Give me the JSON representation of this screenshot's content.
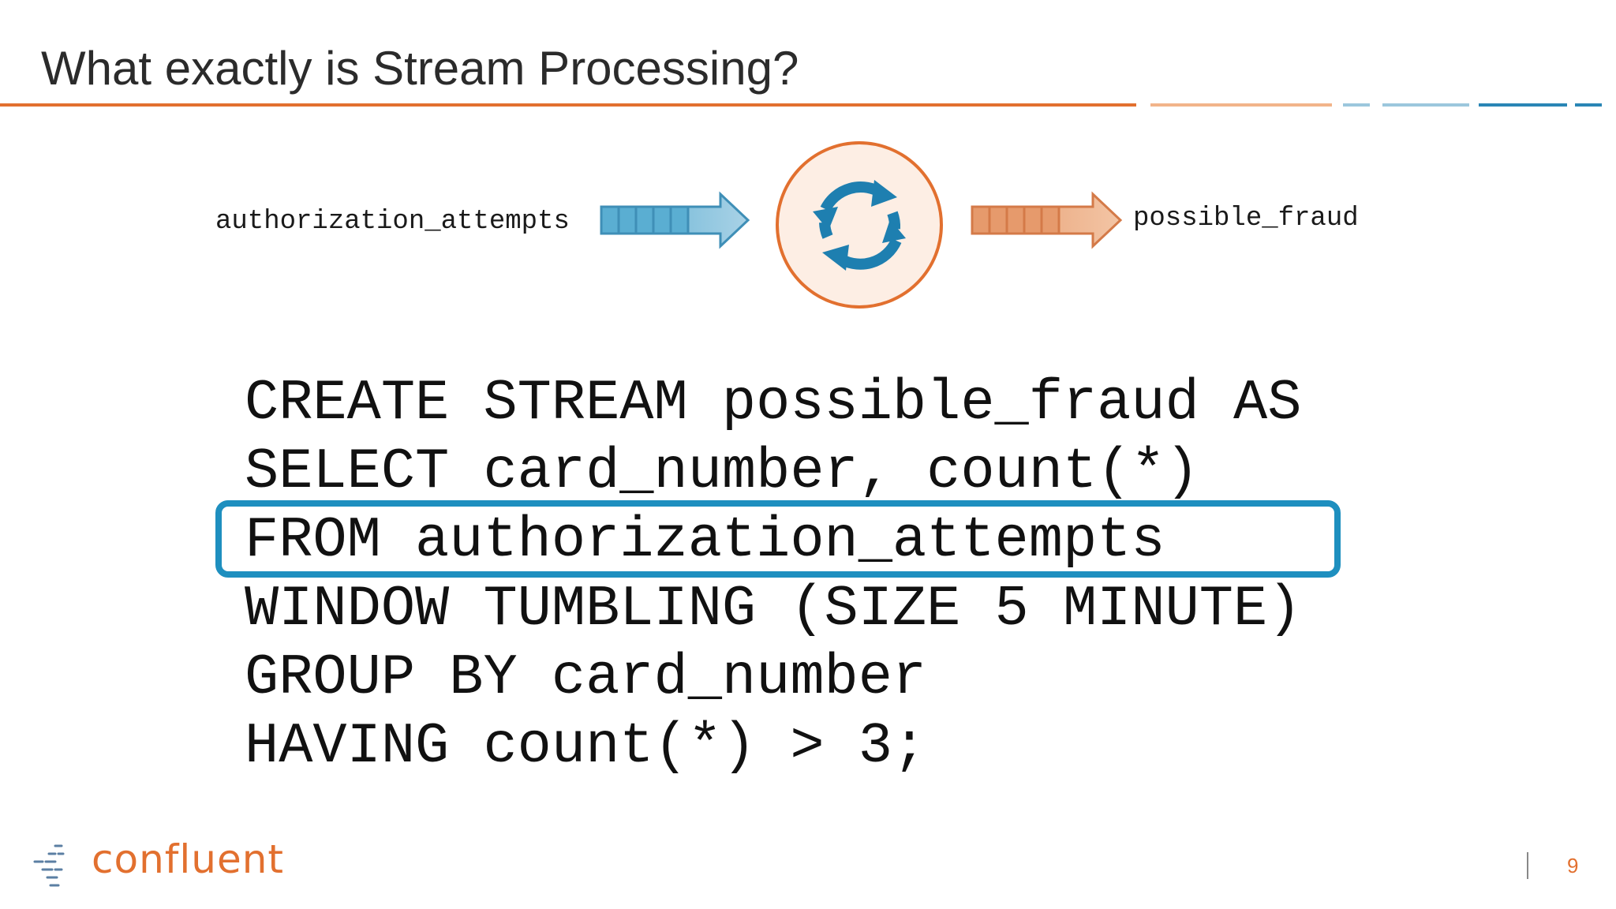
{
  "slide": {
    "title": "What exactly is Stream Processing?",
    "page_number": "9"
  },
  "colors": {
    "accent_orange": "#e2702f",
    "accent_blue": "#1e8fbf",
    "light_orange": "#f2b48a",
    "light_blue": "#9cc7dd"
  },
  "diagram": {
    "input_topic": "authorization_attempts",
    "output_topic": "possible_fraud",
    "processor_icon": "refresh-cycle-icon"
  },
  "code": {
    "lines": [
      "CREATE STREAM possible_fraud AS",
      "SELECT card_number, count(*)",
      "FROM authorization_attempts",
      "WINDOW TUMBLING (SIZE 5 MINUTE)",
      "GROUP BY card_number",
      "HAVING count(*) > 3;"
    ],
    "highlighted_line_index": 2
  },
  "logo": {
    "text": "confluent"
  }
}
